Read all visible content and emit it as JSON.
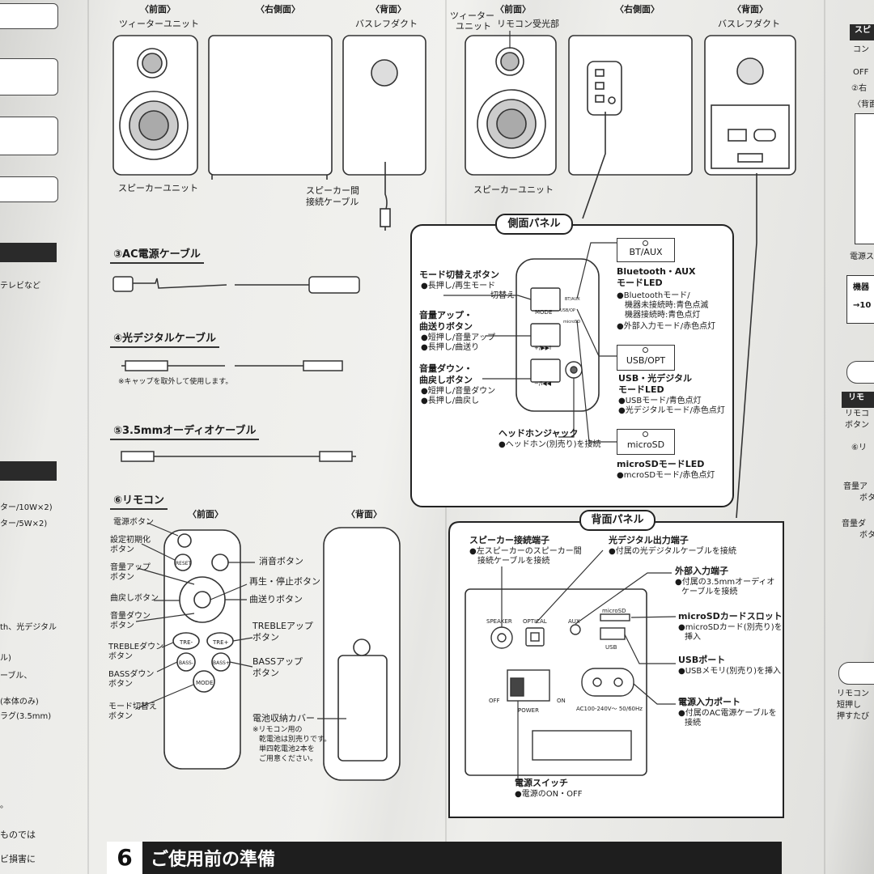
{
  "speaker1": {
    "front": "〈前面〉",
    "side": "〈右側面〉",
    "back": "〈背面〉",
    "tweeter": "ツィーターユニット",
    "bassreflex": "バスレフダクト",
    "unit": "スピーカーユニット",
    "cable1": "スピーカー間",
    "cable2": "接続ケーブル"
  },
  "speaker2": {
    "front": "〈前面〉",
    "side": "〈右側面〉",
    "back": "〈背面〉",
    "tweeter1": "ツィーター",
    "tweeter2": "ユニット",
    "remote_rx": "リモコン受光部",
    "bassreflex": "バスレフダクト",
    "unit": "スピーカーユニット"
  },
  "cables": {
    "ac": "③AC電源ケーブル",
    "optical": "④光デジタルケーブル",
    "optical_note": "※キャップを取外して使用します。",
    "audio": "⑤3.5mmオーディオケーブル",
    "remote": "⑥リモコン"
  },
  "remote": {
    "front": "〈前面〉",
    "back": "〈背面〉",
    "power": "電源ボタン",
    "reset1": "設定初期化",
    "reset2": "ボタン",
    "volup1": "音量アップ",
    "volup2": "ボタン",
    "prev": "曲戻しボタン",
    "voldown1": "音量ダウン",
    "voldown2": "ボタン",
    "trebledown1": "TREBLEダウン",
    "trebledown2": "ボタン",
    "bassdown1": "BASSダウン",
    "bassdown2": "ボタン",
    "mode1": "モード切替え",
    "mode2": "ボタン",
    "mute": "消音ボタン",
    "play": "再生・停止ボタン",
    "next": "曲送りボタン",
    "trebleup1": "TREBLEアップ",
    "trebleup2": "ボタン",
    "bassup1": "BASSアップ",
    "bassup2": "ボタン",
    "battery": "電池収納カバー",
    "battery_note1": "※リモコン用の",
    "battery_note2": "乾電池は別売りです。",
    "battery_note3": "単四乾電池2本を",
    "battery_note4": "ご用意ください。",
    "btn_reset": "RESET",
    "btn_tre_minus": "TRE-",
    "btn_tre_plus": "TRE+",
    "btn_bass_minus": "BASS-",
    "btn_bass_plus": "BASS+",
    "btn_mode": "MODE"
  },
  "side_panel": {
    "title": "側面パネル",
    "mode1": "モード切替えボタン",
    "mode2": "●長押し/再生モード",
    "mode3": "切替え",
    "volup1": "音量アップ・",
    "volup2": "曲送りボタン",
    "volup3": "●短押し/音量アップ",
    "volup4": "●長押し/曲送り",
    "voldown1": "音量ダウン・",
    "voldown2": "曲戻しボタン",
    "voldown3": "●短押し/音量ダウン",
    "voldown4": "●長押し/曲戻し",
    "phones1": "ヘッドホンジャック",
    "phones2": "●ヘッドホン(別売り)を接続",
    "btn_mode": "MODE",
    "btn_plus": "+/▶▶I",
    "btn_minus": "−/I◀◀",
    "tiny_bt": "BT/AUX",
    "tiny_usb": "USB/OP",
    "tiny_sd": "microSD",
    "led_bt": "BT/AUX",
    "bt1": "Bluetooth・AUX",
    "bt2": "モードLED",
    "bt3": "●Bluetoothモード/",
    "bt4": "機器未接続時:青色点滅",
    "bt5": "機器接続時:青色点灯",
    "bt6": "●外部入力モード/赤色点灯",
    "led_usb": "USB/OPT",
    "usb1": "USB・光デジタル",
    "usb2": "モードLED",
    "usb3": "●USBモード/青色点灯",
    "usb4": "●光デジタルモード/赤色点灯",
    "led_sd": "microSD",
    "sd1": "microSDモードLED",
    "sd2": "●mcroSDモード/赤色点灯"
  },
  "back_panel": {
    "title": "背面パネル",
    "spk1": "スピーカー接続端子",
    "spk2": "●左スピーカーのスピーカー間",
    "spk3": "接続ケーブルを接続",
    "opt1": "光デジタル出力端子",
    "opt2": "●付属の光デジタルケーブルを接続",
    "aux1": "外部入力端子",
    "aux2": "●付属の3.5mmオーディオ",
    "aux3": "ケーブルを接続",
    "sd1": "microSDカードスロット",
    "sd2": "●microSDカード(別売り)を",
    "sd3": "挿入",
    "usb1": "USBポート",
    "usb2": "●USBメモリ(別売り)を挿入",
    "ac1": "電源入力ポート",
    "ac2": "●付属のAC電源ケーブルを",
    "ac3": "接続",
    "sw1": "電源スイッチ",
    "sw2": "●電源のON・OFF",
    "lbl_speaker": "SPEAKER",
    "lbl_optical": "OPTICAL",
    "lbl_aux": "AUX",
    "lbl_microsd": "microSD",
    "lbl_usb": "USB",
    "lbl_off": "OFF",
    "lbl_on": "ON",
    "lbl_power": "POWER",
    "lbl_ac": "AC100-240V〜  50/60Hz"
  },
  "left_edge": [
    "テレビなど",
    "ター/10W×2)",
    "ター/5W×2)",
    "th、光デジタル",
    "ル)",
    "ーブル、",
    "(本体のみ)",
    "ラグ(3.5mm)",
    "。",
    "ものでは",
    "ビ損害に"
  ],
  "right_edge": [
    "スピ",
    "コン",
    "OFF",
    "②右",
    "〈背面",
    "電源ス",
    "機器",
    "→10",
    "リモ",
    "リモコ",
    "ボタン",
    "⑥リ",
    "音量ア",
    "ボタ",
    "音量ダ",
    "ボタ",
    "リモコン",
    "短押し",
    "押すたび"
  ],
  "section6": {
    "num": "6",
    "title": "ご使用前の準備"
  }
}
